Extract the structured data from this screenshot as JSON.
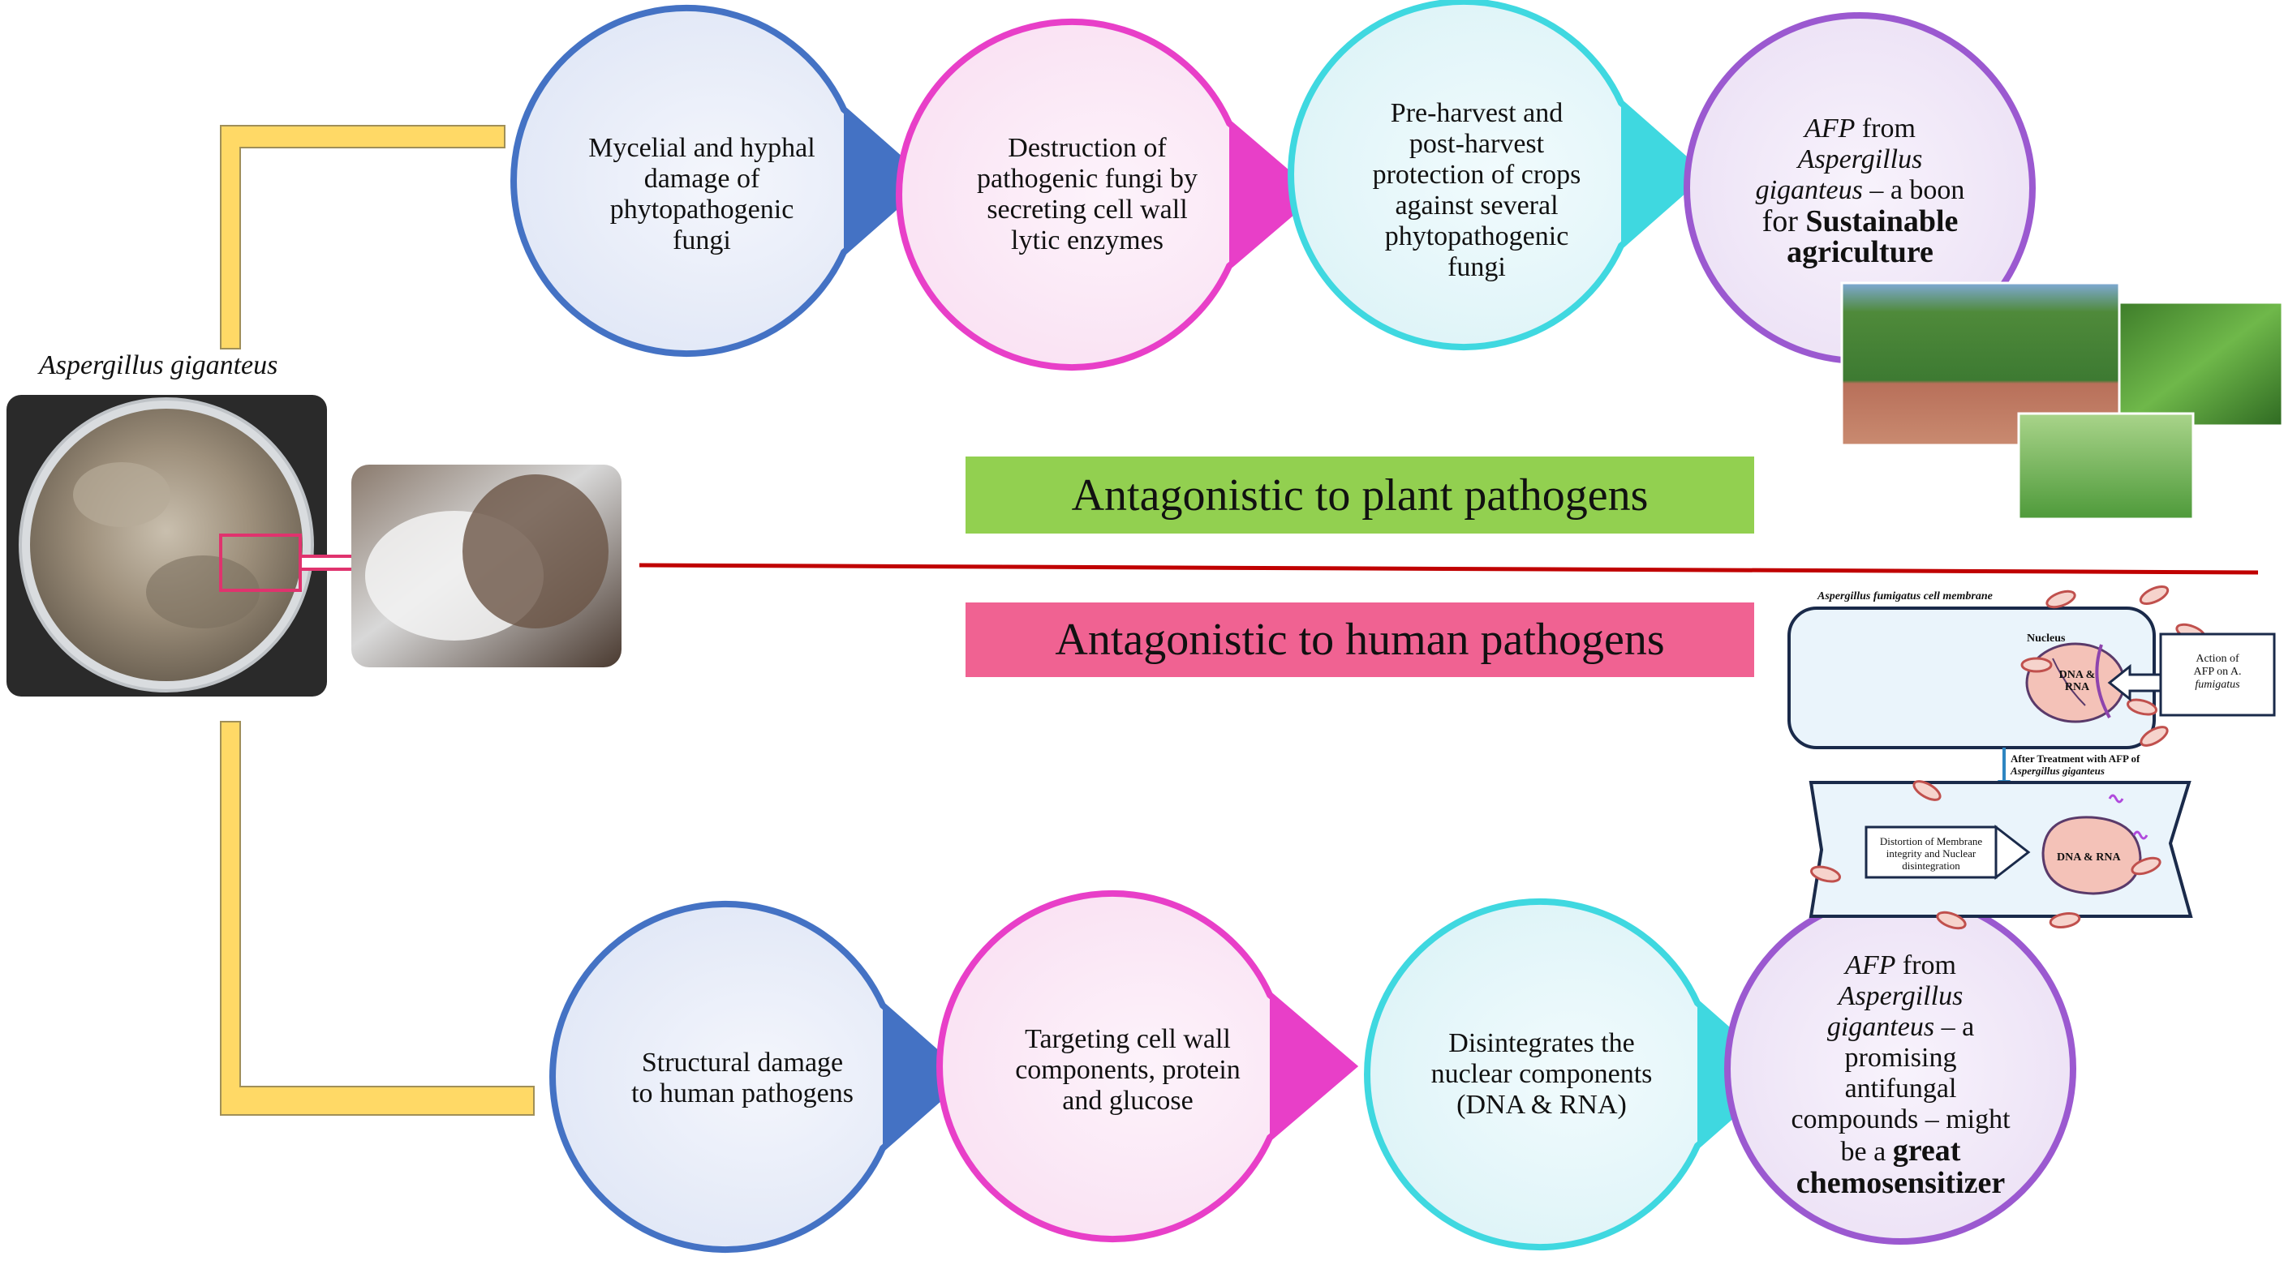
{
  "organism_label": "Aspergillus giganteus",
  "banners": {
    "plant": "Antagonistic to plant pathogens",
    "human": "Antagonistic to human pathogens"
  },
  "top_steps": [
    [
      "Mycelial and hyphal",
      "damage  of",
      "phytopathogenic",
      "fungi"
    ],
    [
      "Destruction of",
      "pathogenic fungi by",
      "secreting cell wall",
      "lytic enzymes"
    ],
    [
      "Pre-harvest and",
      "post-harvest",
      "protection of crops",
      "against several",
      "phytopathogenic",
      "fungi"
    ]
  ],
  "top_final": {
    "line1_a": "AFP",
    "line1_b": " from",
    "line2": "Aspergillus",
    "line3_a": "giganteus",
    "line3_b": " – a boon",
    "line4_a": "for ",
    "line4_b": "Sustainable",
    "line5": "agriculture"
  },
  "bottom_steps": [
    [
      "Structural damage",
      "to human pathogens"
    ],
    [
      "Targeting cell wall",
      "components, protein",
      "and glucose"
    ],
    [
      "Disintegrates the",
      "nuclear components",
      "(DNA & RNA)"
    ]
  ],
  "bottom_final": {
    "line1_a": "AFP",
    "line1_b": " from",
    "line2": "Aspergillus",
    "line3_a": "giganteus",
    "line3_b": " – a",
    "line4": "promising",
    "line5": "antifungal",
    "line6": "compounds – might",
    "line7_a": "be a ",
    "line7_b": "great",
    "line8": "chemosensitizer"
  },
  "mechanism": {
    "membrane_title": "Aspergillus fumigatus cell membrane",
    "nucleus": "Nucleus",
    "dna_rna_1": "DNA &",
    "dna_rna_2": "RNA",
    "action_1": "Action of",
    "action_2": "AFP on A.",
    "action_3": "fumigatus",
    "after_1": "After Treatment with AFP of",
    "after_2": "Aspergillus giganteus",
    "distortion_1": "Distortion of Membrane",
    "distortion_2": "integrity and Nuclear",
    "distortion_3": "disintegration",
    "dna_rna_after": "DNA & RNA"
  },
  "colors": {
    "yellow_connector": "#ffd966",
    "divider": "#c00000",
    "plant_banner": "#92d050",
    "human_banner": "#f06292",
    "blue": "#4472c4",
    "magenta": "#e83fc8",
    "cyan": "#3fd8e0",
    "purple": "#9b59d0"
  }
}
